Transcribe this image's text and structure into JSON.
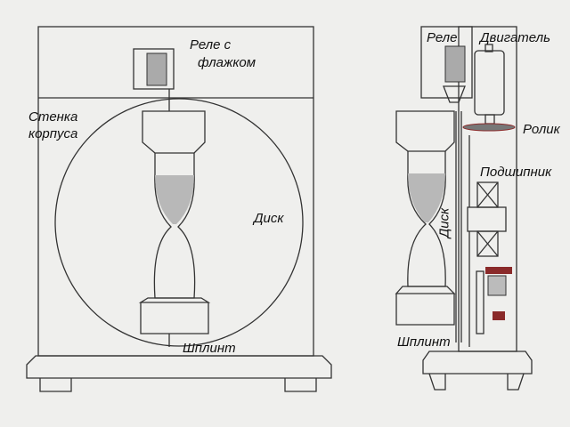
{
  "front_view": {
    "relay_label_line1": "Реле с",
    "relay_label_line2": "флажком",
    "wall_label_line1": "Стенка",
    "wall_label_line2": "корпуса",
    "disk_label": "Диск",
    "pin_label": "Шплинт"
  },
  "side_view": {
    "relay_label": "Реле",
    "motor_label": "Двигатель",
    "roller_label": "Ролик",
    "bearing_label": "Подшипник",
    "disk_label": "Диск",
    "pin_label": "Шплинт"
  },
  "colors": {
    "paper": "#efefed",
    "sand": "#b8b8b8",
    "accent": "#8a2a2a"
  }
}
